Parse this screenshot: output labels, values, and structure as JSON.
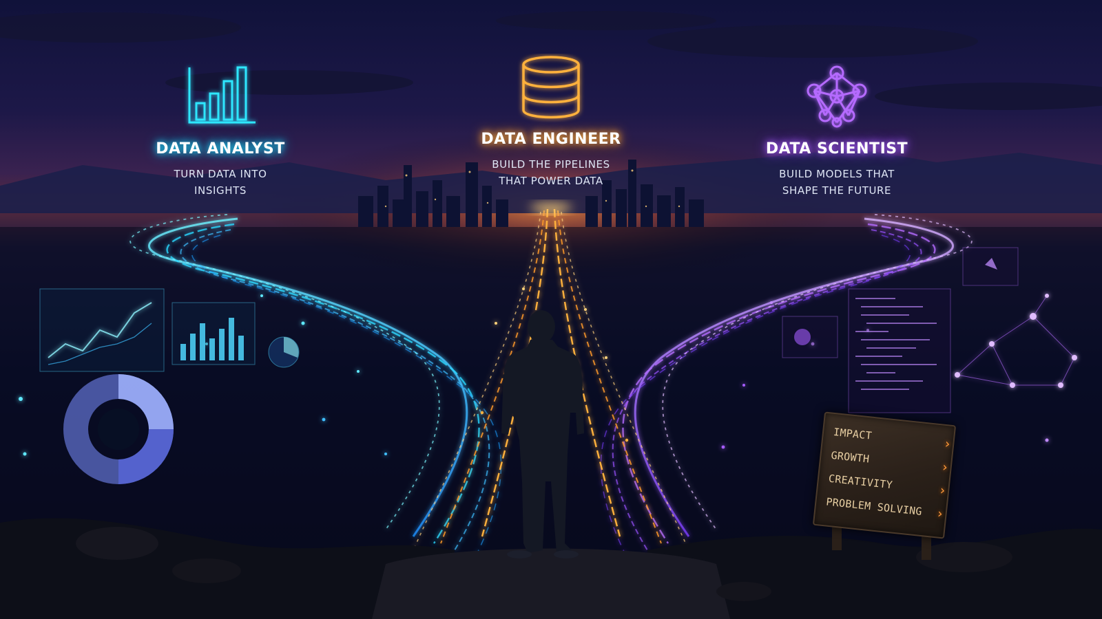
{
  "paths": [
    {
      "id": "analyst",
      "title": "DATA ANALYST",
      "subtitle_line1": "TURN DATA INTO",
      "subtitle_line2": "INSIGHTS",
      "icon": "bar-chart-icon",
      "color": "#1be3ff"
    },
    {
      "id": "engineer",
      "title": "DATA ENGINEER",
      "subtitle_line1": "BUILD THE PIPELINES",
      "subtitle_line2": "THAT POWER DATA",
      "icon": "database-icon",
      "color": "#ffb13c"
    },
    {
      "id": "scientist",
      "title": "DATA SCIENTIST",
      "subtitle_line1": "BUILD MODELS THAT",
      "subtitle_line2": "SHAPE THE FUTURE",
      "icon": "neural-network-icon",
      "color": "#b56bff"
    }
  ],
  "signpost": {
    "items": [
      "IMPACT",
      "GROWTH",
      "CREATIVITY",
      "PROBLEM SOLVING"
    ],
    "arrow_color": "#ff9a3c"
  },
  "colors": {
    "sky_top": "#10123a",
    "horizon_glow": "#5a2a3e",
    "ground": "#070a1c"
  }
}
